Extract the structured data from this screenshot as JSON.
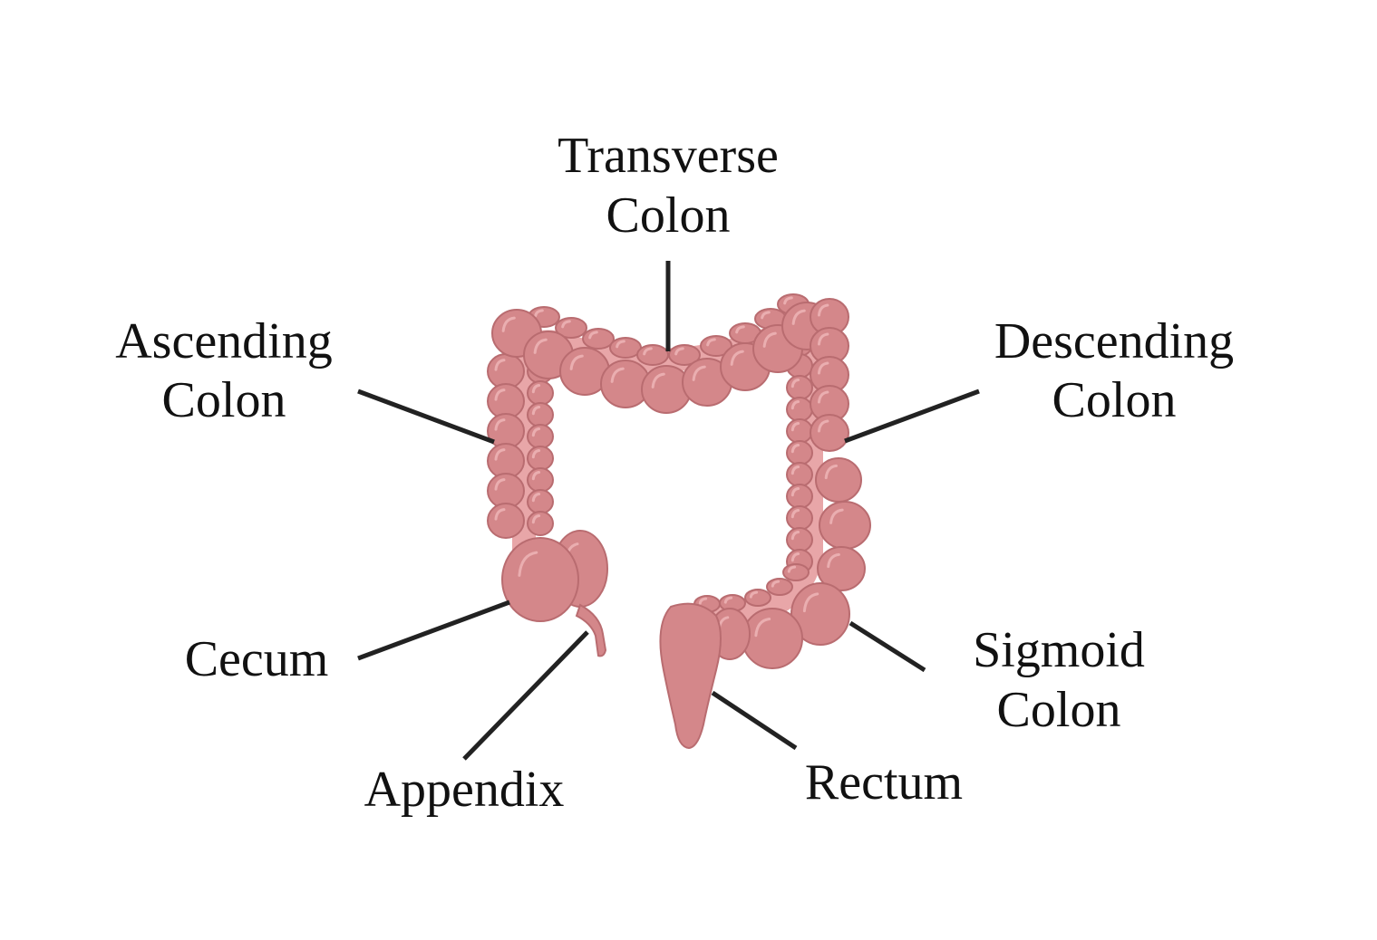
{
  "title": "Large intestine anatomy",
  "colors": {
    "tissue": "#d4878a",
    "outline": "#b96c70",
    "lumen": "#e8a6a8",
    "leader": "#222222"
  },
  "labels": {
    "transverse": [
      "Transverse",
      "Colon"
    ],
    "ascending": [
      "Ascending",
      "Colon"
    ],
    "descending": [
      "Descending",
      "Colon"
    ],
    "cecum": "Cecum",
    "appendix": "Appendix",
    "sigmoid": [
      "Sigmoid",
      "Colon"
    ],
    "rectum": "Rectum"
  }
}
